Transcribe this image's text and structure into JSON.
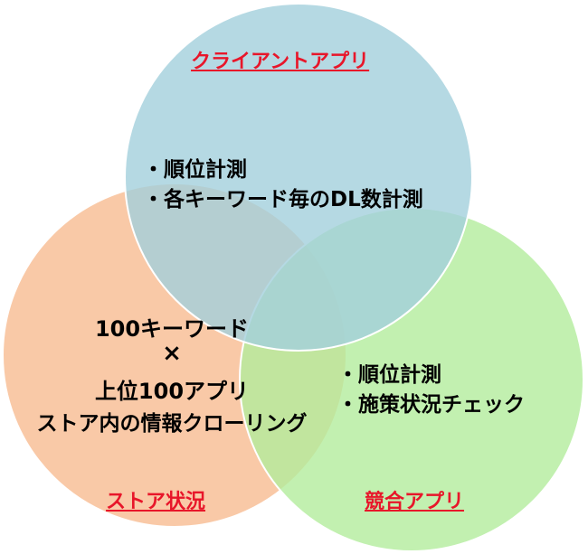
{
  "colors": {
    "top_circle": "#a3cfdc",
    "left_circle": "#f8bf98",
    "right_circle": "#b3ec9c",
    "title_red": "#e8162a"
  },
  "circles": {
    "top": {
      "title": "クライアントアプリ",
      "bullets": [
        "・順位計測",
        "・各キーワード毎のDL数計測"
      ]
    },
    "left": {
      "title": "ストア状況"
    },
    "right": {
      "title": "競合アプリ",
      "bullets": [
        "・順位計測",
        "・施策状況チェック"
      ]
    }
  },
  "center_text": [
    "100キーワード",
    "×",
    "上位100アプリ",
    "ストア内の情報クローリング"
  ]
}
